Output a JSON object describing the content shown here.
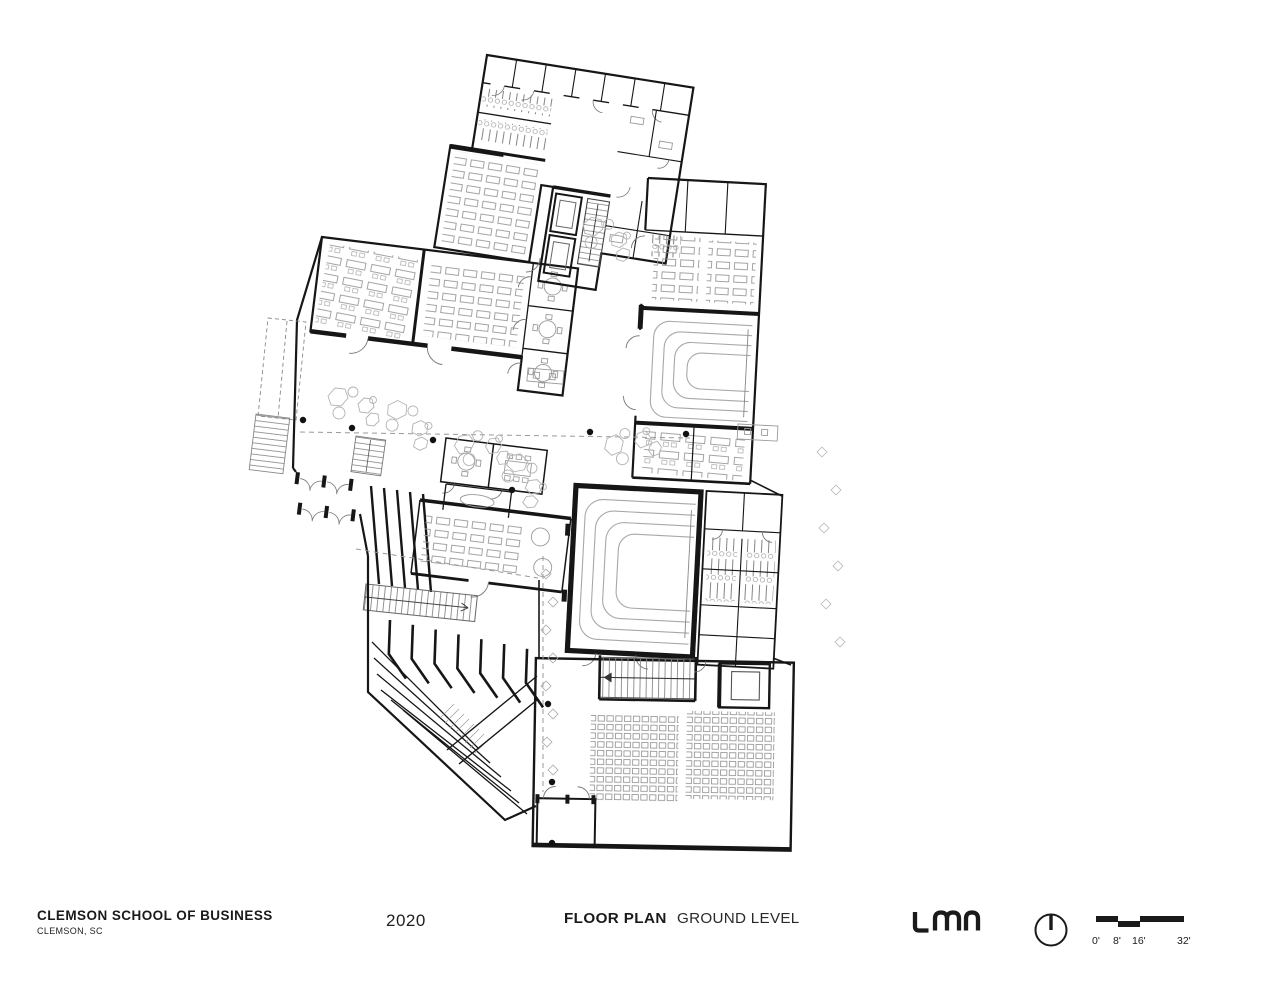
{
  "footer": {
    "project_title": "CLEMSON SCHOOL OF BUSINESS",
    "project_location": "CLEMSON, SC",
    "year": "2020",
    "drawing_title": "FLOOR PLAN",
    "drawing_subtitle": "GROUND LEVEL",
    "firm_logo": "LMN"
  },
  "scale": {
    "labels": [
      "0'",
      "8'",
      "16'",
      "32'"
    ]
  },
  "colors": {
    "ink": "#161616",
    "furniture": "#9a9a9a",
    "paper": "#ffffff"
  }
}
